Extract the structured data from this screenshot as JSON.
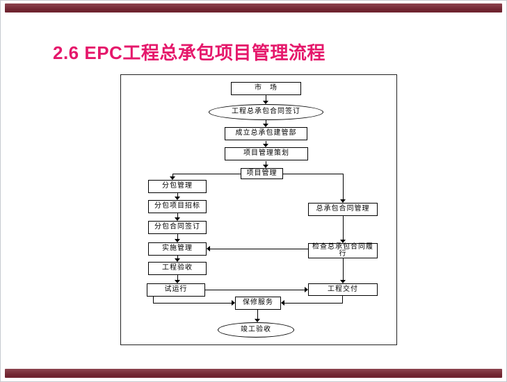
{
  "colors": {
    "title": "#e5186b",
    "bar": "#6f2430",
    "bar_light": "#8d4550",
    "line": "#000000",
    "slide_bg": "#ffffff"
  },
  "slide": {
    "title": "2.6 EPC工程总承包项目管理流程"
  },
  "flowchart": {
    "nodes": {
      "market": {
        "label": "市　场"
      },
      "contract_sign": {
        "label": "工程总承包合同签订"
      },
      "setup_dept": {
        "label": "成立总承包建管部"
      },
      "planning": {
        "label": "项目管理策划"
      },
      "project_mgmt": {
        "label": "项目管理"
      },
      "sub_mgmt": {
        "label": "分包管理"
      },
      "sub_bidding": {
        "label": "分包项目招标"
      },
      "sub_sign": {
        "label": "分包合同签订"
      },
      "implementation": {
        "label": "实施管理"
      },
      "acceptance": {
        "label": "工程验收"
      },
      "trial_run": {
        "label": "试运行"
      },
      "epc_contract_mgmt": {
        "label": "总承包合同管理"
      },
      "check_performance": {
        "label": "检查总承包合同履行"
      },
      "delivery": {
        "label": "工程交付"
      },
      "warranty": {
        "label": "保修服务"
      },
      "completion": {
        "label": "竣工验收"
      }
    }
  }
}
